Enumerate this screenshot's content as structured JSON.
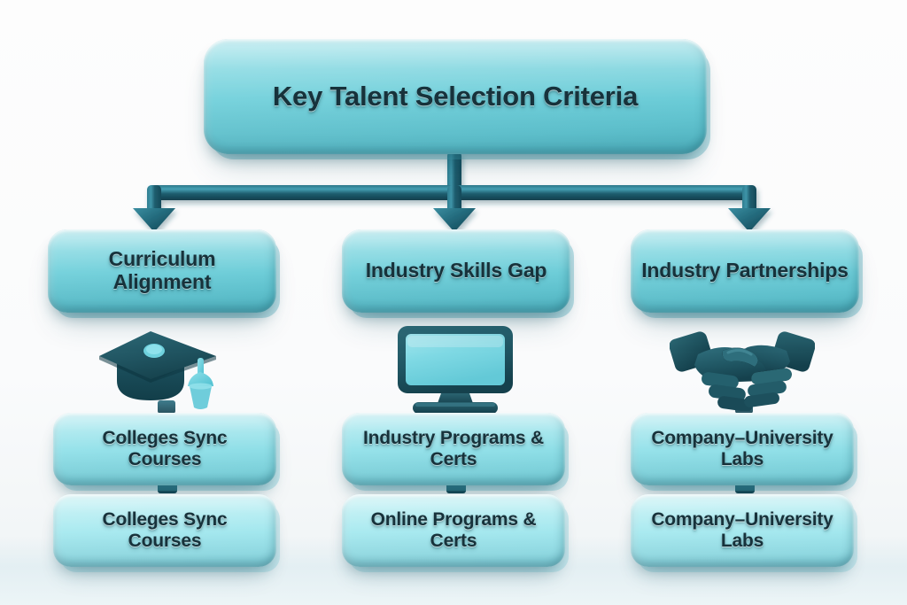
{
  "diagram": {
    "title": "Key Talent Selection Criteria",
    "background_color": "#fbfcfc",
    "accent_color": "#79d3dd",
    "connector_color": "#1d5f70",
    "text_color": "#17323b",
    "root": {
      "label": "Key Talent Selection Criteria"
    },
    "branches": [
      {
        "heading": "Curriculum Alignment",
        "icon": "graduation-cap-icon",
        "items": [
          "Colleges Sync Courses",
          "Colleges Sync Courses"
        ]
      },
      {
        "heading": "Industry Skills Gap",
        "icon": "computer-monitor-icon",
        "items": [
          "Industry Programs & Certs",
          "Online Programs & Certs"
        ]
      },
      {
        "heading": "Industry Partnerships",
        "icon": "handshake-icon",
        "items": [
          "Company–University Labs",
          "Company–University Labs"
        ]
      }
    ]
  }
}
